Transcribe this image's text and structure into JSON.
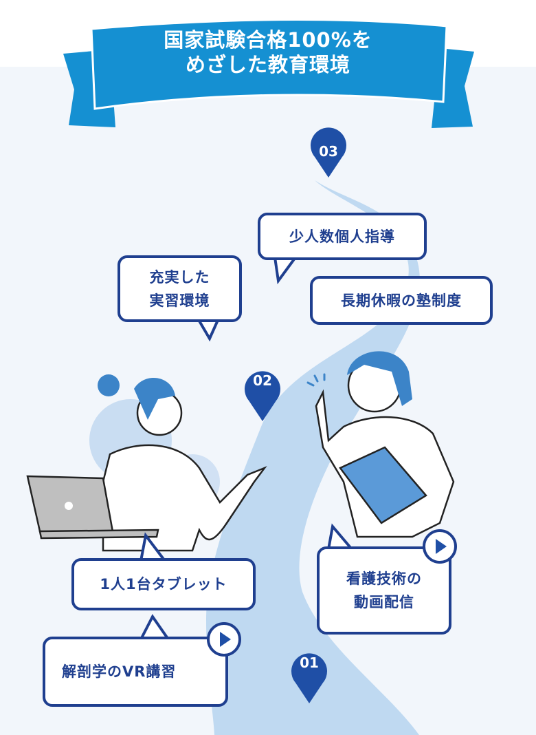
{
  "title": {
    "line1": "国家試験合格100%を",
    "line2": "めざした教育環境"
  },
  "pins": [
    {
      "label": "03"
    },
    {
      "label": "02"
    },
    {
      "label": "01"
    }
  ],
  "bubbles": {
    "small_group": "少人数個人指導",
    "practice_line1": "充実した",
    "practice_line2": "実習環境",
    "holiday_school": "長期休暇の塾制度",
    "tablet": "1人1台タブレット",
    "video_line1": "看護技術の",
    "video_line2": "動画配信",
    "vr": "解剖学のVR講習"
  },
  "colors": {
    "banner": "#1590d2",
    "navy": "#1f3f8f",
    "road": "#bfd9f1",
    "background": "#f2f6fb"
  }
}
